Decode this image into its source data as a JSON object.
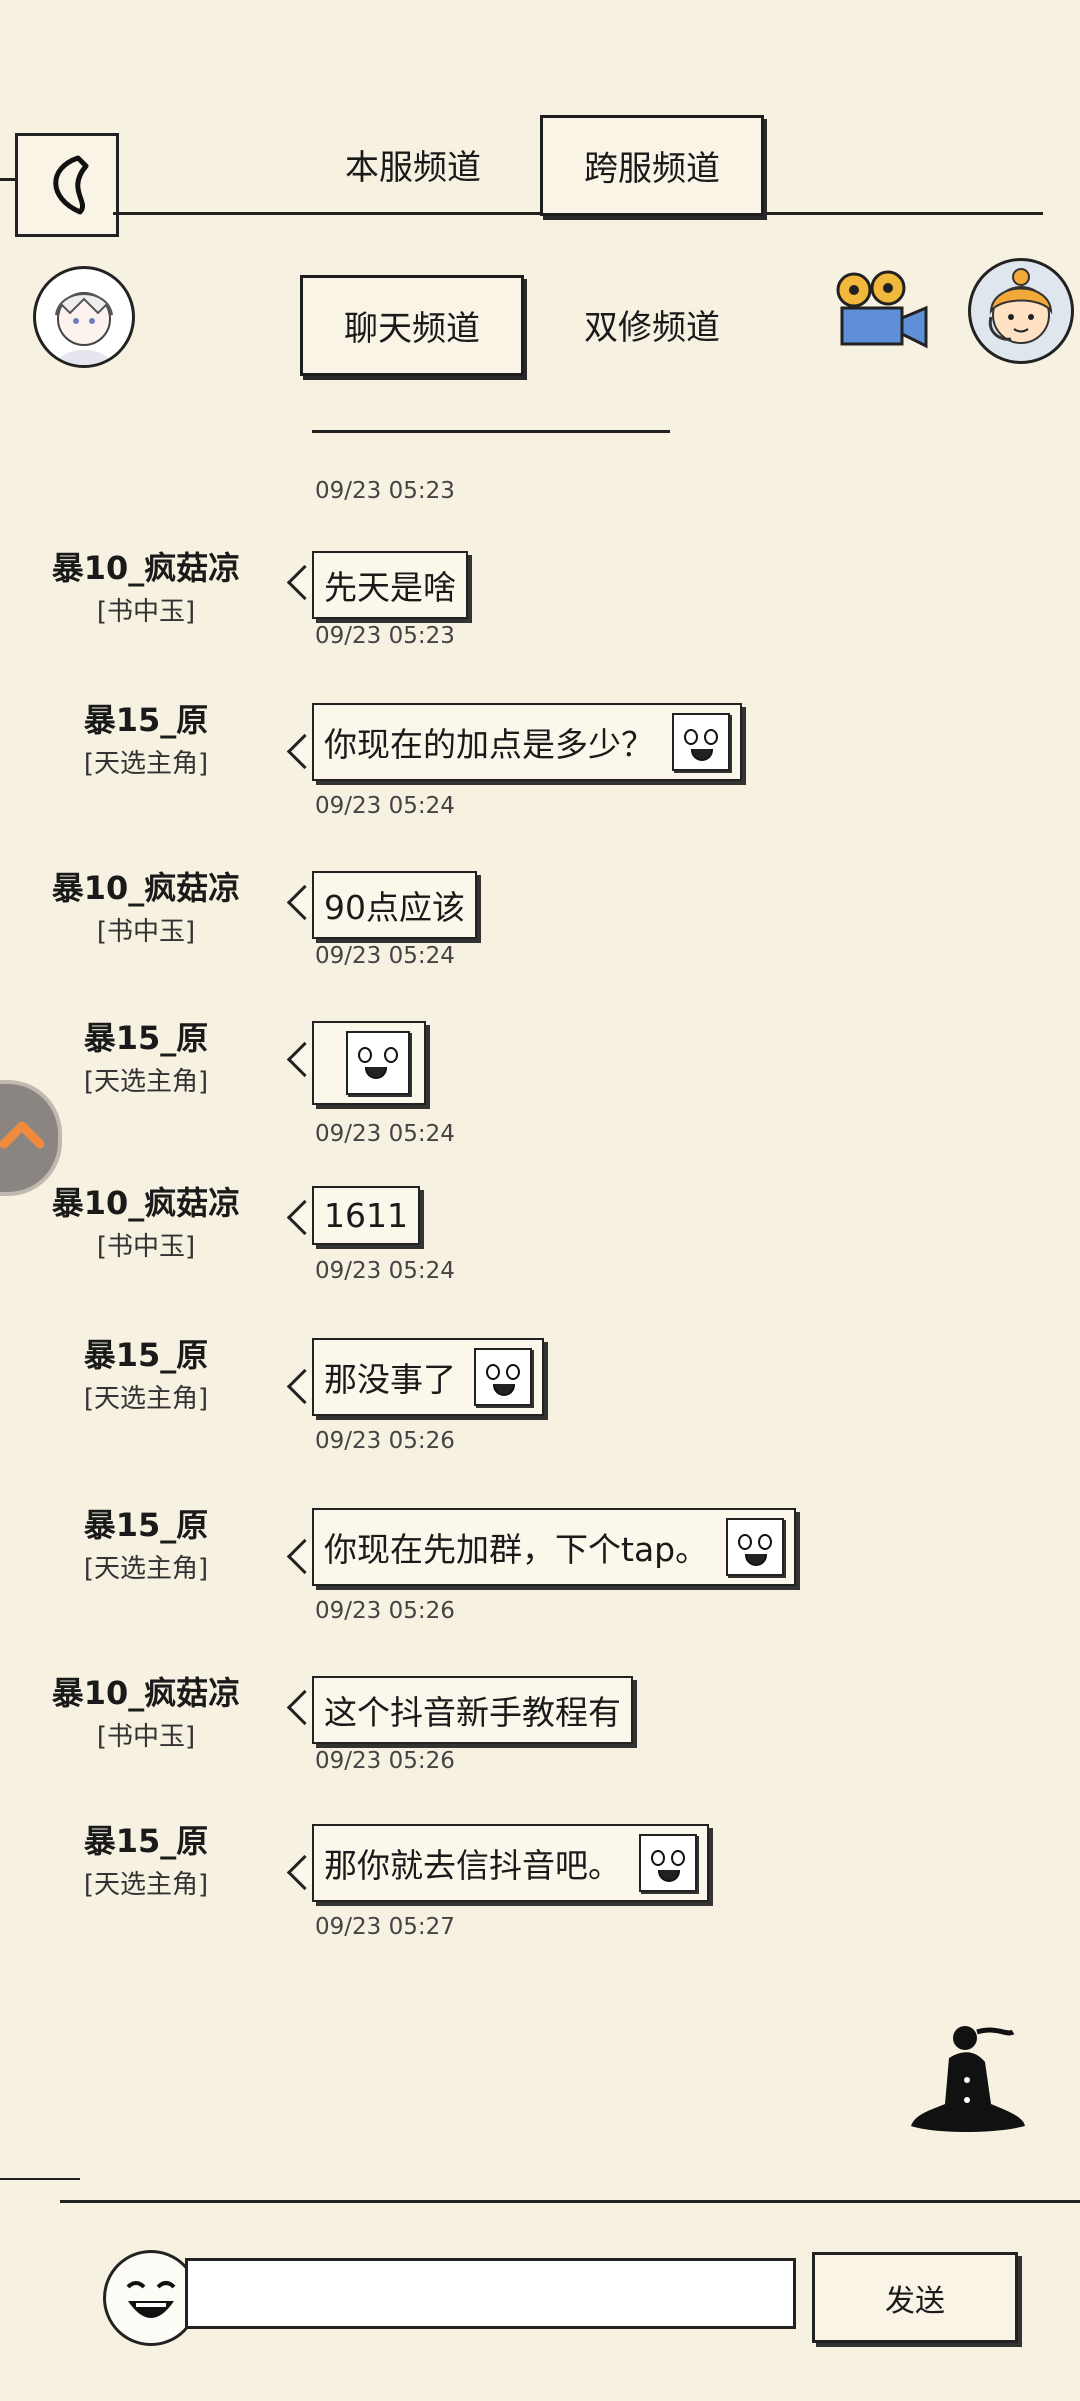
{
  "top_tabs": {
    "local": "本服频道",
    "cross": "跨服频道"
  },
  "sub_tabs": {
    "chat": "聊天频道",
    "dual": "双修频道"
  },
  "messages": [
    {
      "user": "",
      "title": "",
      "text": "",
      "emoji": false,
      "time": "09/23 05:23"
    },
    {
      "user": "暴10_疯菇凉",
      "title": "[书中玉]",
      "text": "先天是啥",
      "emoji": false,
      "time": "09/23 05:23"
    },
    {
      "user": "暴15_原",
      "title": "[天选主角]",
      "text": "你现在的加点是多少？",
      "emoji": true,
      "time": "09/23 05:24"
    },
    {
      "user": "暴10_疯菇凉",
      "title": "[书中玉]",
      "text": "90点应该",
      "emoji": false,
      "time": "09/23 05:24"
    },
    {
      "user": "暴15_原",
      "title": "[天选主角]",
      "text": "",
      "emoji": true,
      "time": "09/23 05:24"
    },
    {
      "user": "暴10_疯菇凉",
      "title": "[书中玉]",
      "text": "1611",
      "emoji": false,
      "time": "09/23 05:24"
    },
    {
      "user": "暴15_原",
      "title": "[天选主角]",
      "text": "那没事了",
      "emoji": true,
      "time": "09/23 05:26"
    },
    {
      "user": "暴15_原",
      "title": "[天选主角]",
      "text": "你现在先加群，下个tap。",
      "emoji": true,
      "time": "09/23 05:26"
    },
    {
      "user": "暴10_疯菇凉",
      "title": "[书中玉]",
      "text": "这个抖音新手教程有",
      "emoji": false,
      "time": "09/23 05:26"
    },
    {
      "user": "暴15_原",
      "title": "[天选主角]",
      "text": "那你就去信抖音吧。",
      "emoji": true,
      "time": "09/23 05:27"
    }
  ],
  "input": {
    "placeholder": "",
    "send_label": "发送"
  },
  "icons": {
    "back": "back-chevron-icon",
    "profile": "profile-avatar-icon",
    "camera": "movie-camera-icon",
    "support": "support-agent-avatar-icon",
    "floating": "floating-assist-icon",
    "meditate": "meditation-figure-icon",
    "emoji_picker": "laughing-face-icon"
  }
}
